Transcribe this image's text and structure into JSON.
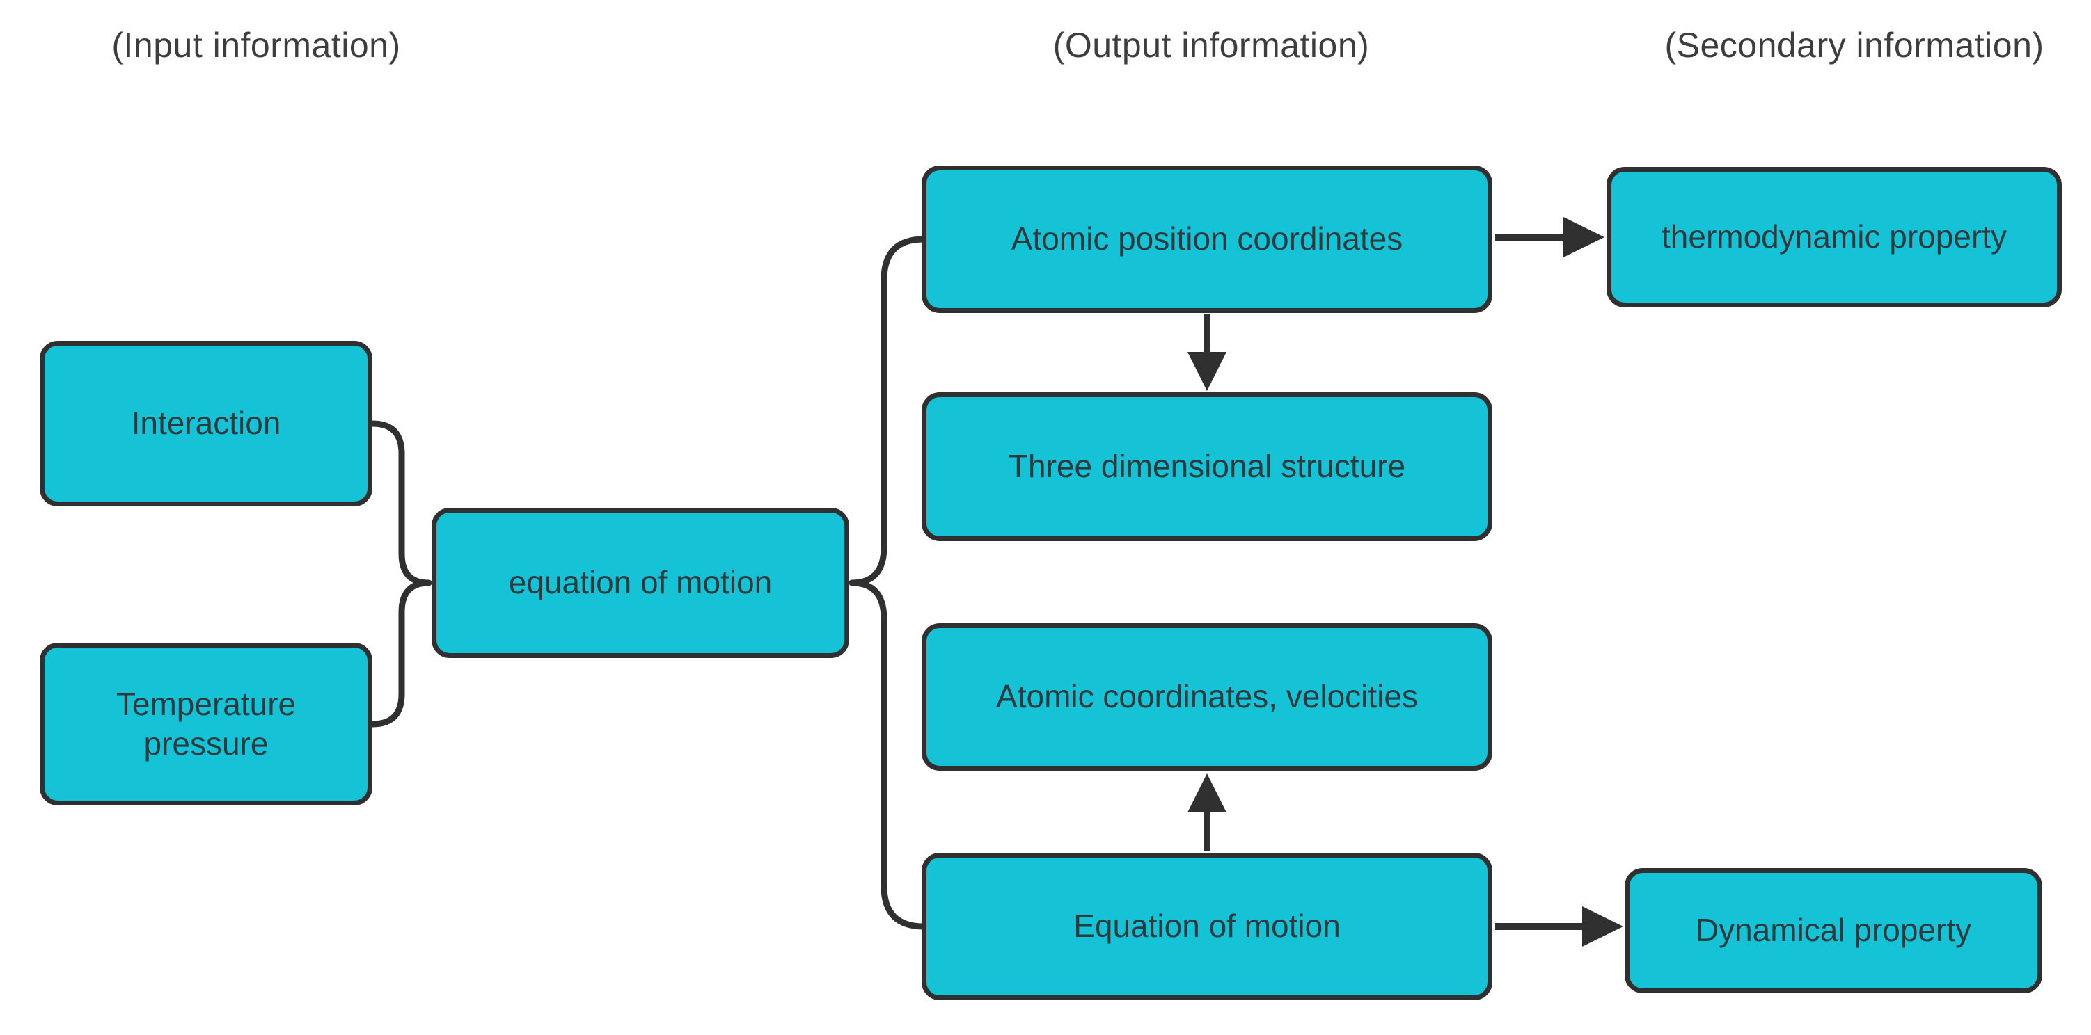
{
  "headers": [
    {
      "id": "input",
      "label": "(Input information)"
    },
    {
      "id": "output",
      "label": "(Output information)"
    },
    {
      "id": "secondary",
      "label": "(Secondary information)"
    }
  ],
  "nodes": {
    "interaction": {
      "label": "Interaction"
    },
    "temperature_pressure": {
      "label": "Temperature pressure"
    },
    "equation_of_motion_input": {
      "label": "equation of motion"
    },
    "atomic_position_coordinates": {
      "label": "Atomic position coordinates"
    },
    "thermodynamic_property": {
      "label": "thermodynamic property"
    },
    "three_dimensional_structure": {
      "label": "Three dimensional structure"
    },
    "atomic_coordinates_velocities": {
      "label": "Atomic coordinates, velocities"
    },
    "equation_of_motion_output": {
      "label": "Equation of motion"
    },
    "dynamical_property": {
      "label": "Dynamical property"
    }
  },
  "edges": [
    {
      "from": "interaction",
      "to": "equation_of_motion_input",
      "type": "brace"
    },
    {
      "from": "temperature_pressure",
      "to": "equation_of_motion_input",
      "type": "brace"
    },
    {
      "from": "equation_of_motion_input",
      "to": "atomic_position_coordinates",
      "type": "brace"
    },
    {
      "from": "equation_of_motion_input",
      "to": "equation_of_motion_output",
      "type": "brace"
    },
    {
      "from": "atomic_position_coordinates",
      "to": "thermodynamic_property",
      "type": "arrow"
    },
    {
      "from": "atomic_position_coordinates",
      "to": "three_dimensional_structure",
      "type": "arrow"
    },
    {
      "from": "equation_of_motion_output",
      "to": "atomic_coordinates_velocities",
      "type": "arrow"
    },
    {
      "from": "equation_of_motion_output",
      "to": "dynamical_property",
      "type": "arrow"
    }
  ],
  "colors": {
    "node_fill": "#16c2d6",
    "node_border": "#303030",
    "node_text": "#2d3a3e",
    "header_text": "#3d3d3d",
    "connector": "#303030",
    "background": "#ffffff"
  }
}
